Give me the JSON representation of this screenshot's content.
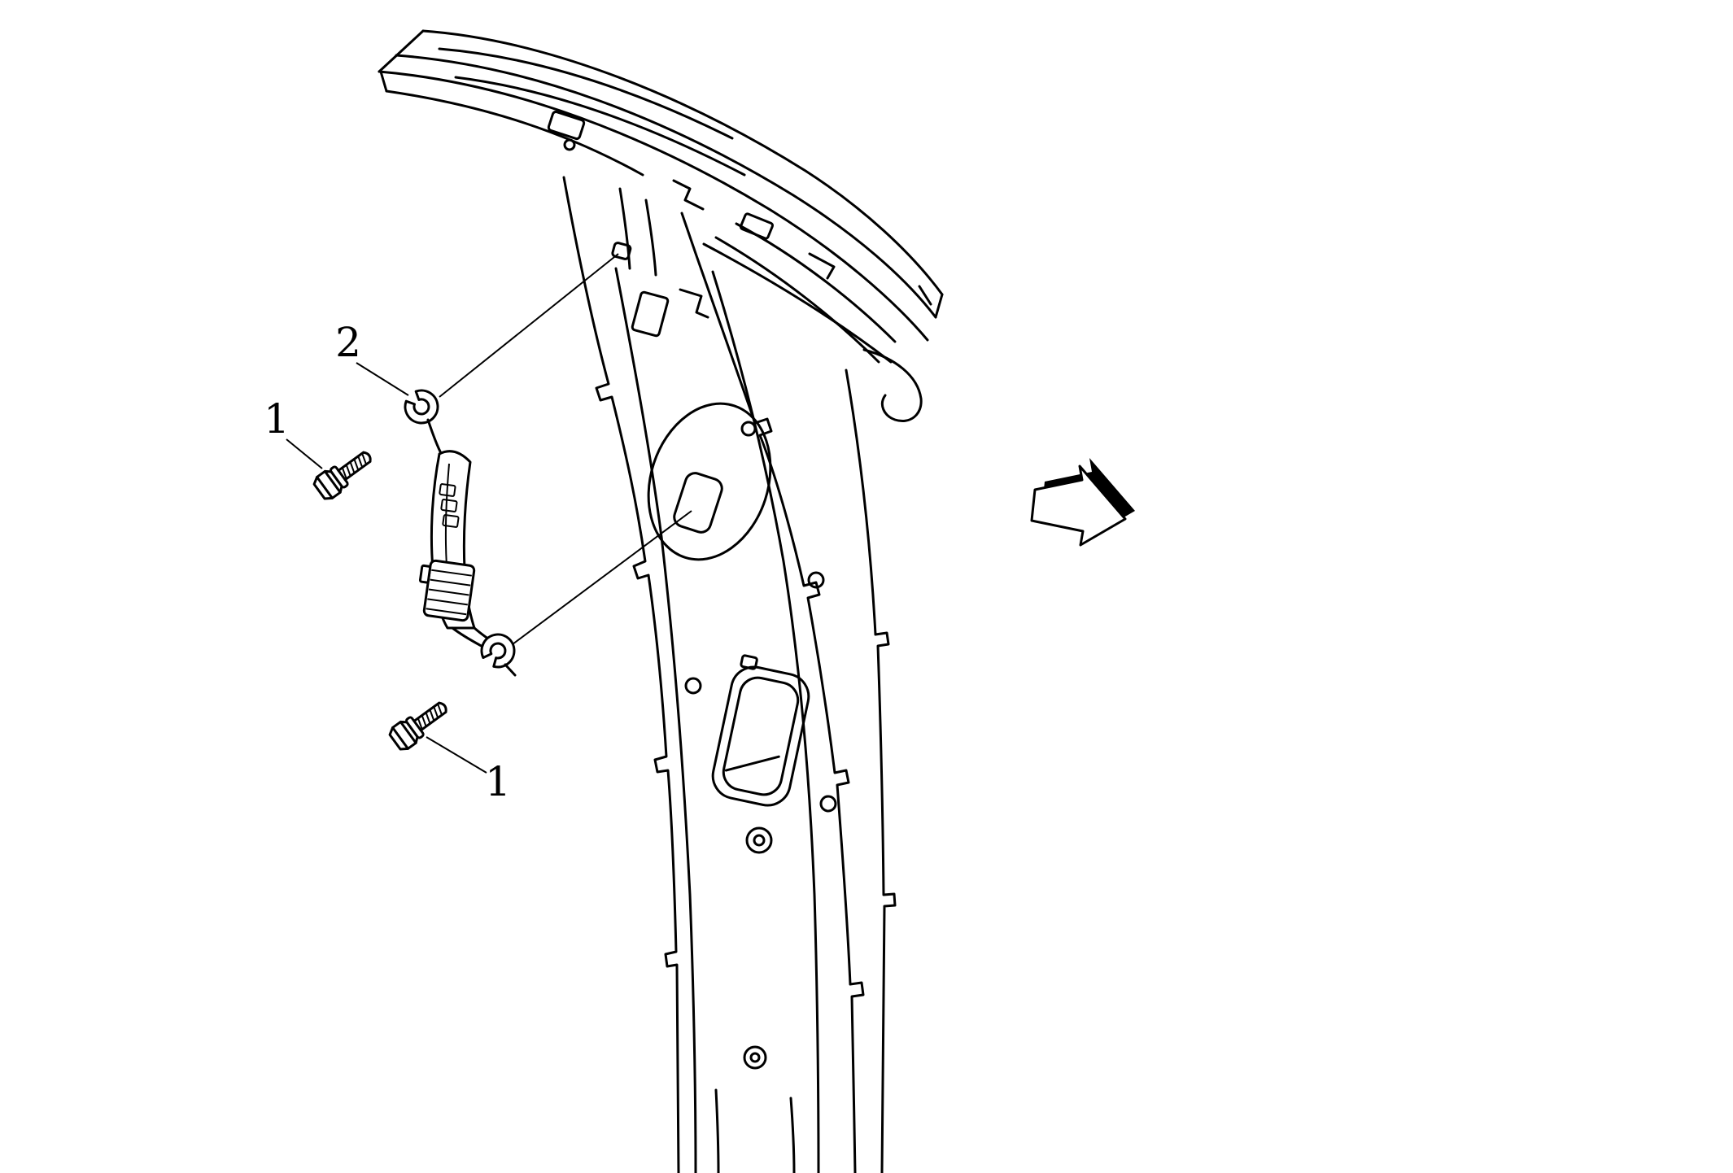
{
  "page": {
    "background_color": "#ffffff",
    "line_color": "#000000"
  },
  "diagram": {
    "type": "line-illustration",
    "callouts": [
      {
        "id": "callout-1-upper",
        "label": "1"
      },
      {
        "id": "callout-2",
        "label": "2"
      },
      {
        "id": "callout-1-lower",
        "label": "1"
      }
    ],
    "icons": [
      {
        "name": "direction-arrow-icon"
      }
    ]
  }
}
